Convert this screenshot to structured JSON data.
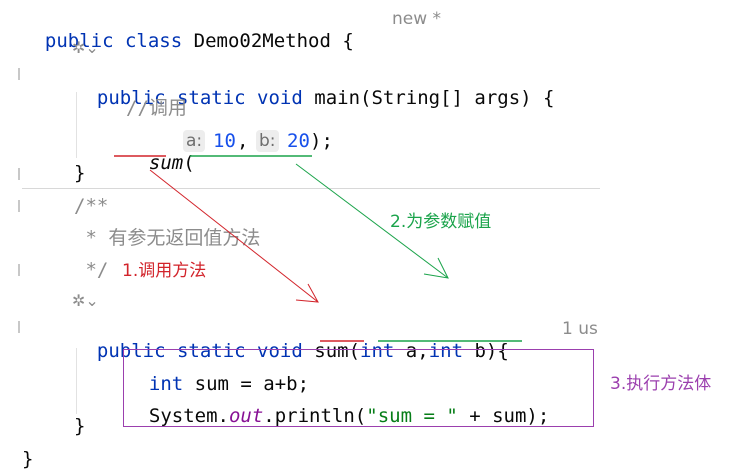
{
  "editor": {
    "line_class": {
      "kw1": "public",
      "kw2": "class",
      "name": "Demo02Method",
      "brace": " {"
    },
    "new_hint": "new *",
    "line_main": {
      "kw": "public static void",
      "name": "main",
      "params": "(String[] args) {"
    },
    "comment_call": "//调用",
    "call": {
      "name": "sum",
      "open": "(",
      "hint_a": "a:",
      "val_a": "10",
      "sep": ",",
      "hint_b": "b:",
      "val_b": "20",
      "close": ");"
    },
    "close_main": "}",
    "doc_open": "/**",
    "doc_text": " * 有参无返回值方法",
    "doc_close": " */",
    "line_sum": {
      "kw": "public static void",
      "name": "sum",
      "open": "(",
      "int1": "int",
      "a": " a,",
      "int2": "int",
      "b": " b){"
    },
    "usages": "1 us",
    "body_line1": {
      "kw": "int",
      "rest": " sum = a+b;"
    },
    "body_line2": {
      "sys": "System.",
      "out": "out",
      "println": ".println(",
      "str": "\"sum = \"",
      "rest": " + sum);"
    },
    "close_sum": "}",
    "close_class": "}"
  },
  "annotations": {
    "call_method": "1.调用方法",
    "assign_params": "2.为参数赋值",
    "execute_body": "3.执行方法体"
  },
  "colors": {
    "red": "#d2232a",
    "green": "#1aa34a",
    "purple": "#9b3fae"
  }
}
